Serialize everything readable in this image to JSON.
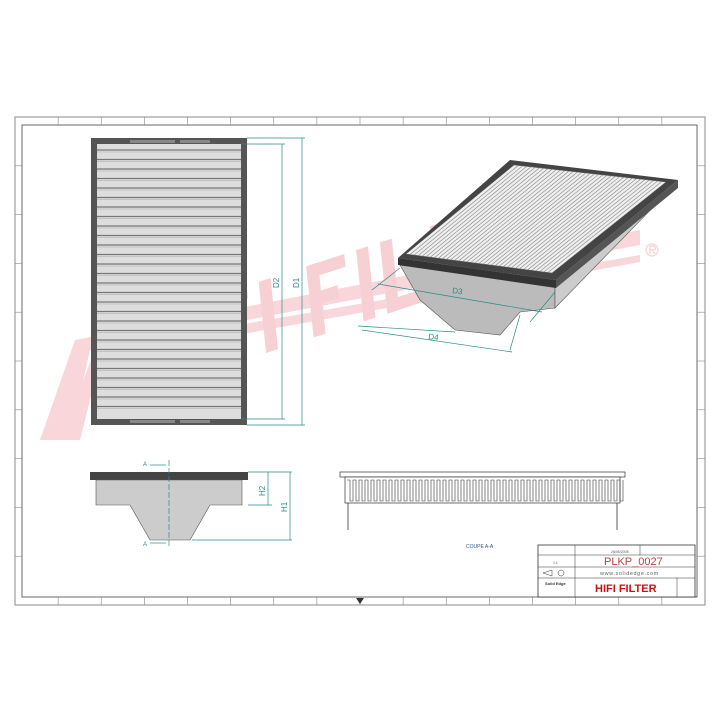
{
  "drawing": {
    "watermark": "HIFI FILTER",
    "watermark_mark": "®",
    "dimensions": {
      "d1": "D1",
      "d2": "D2",
      "d3": "D3",
      "d4": "D4",
      "h1": "H1",
      "h2": "H2"
    },
    "section_marker": "A",
    "section_label": "COUPE A-A"
  },
  "title_block": {
    "date": "26/05/2008",
    "scale": "1:1",
    "part_number": "PLKP_0027",
    "website": "www.solidedge.com",
    "software": "Solid Edge",
    "company": "HIFI FILTER"
  },
  "colors": {
    "dimension": "#2a8a8a",
    "brand_red": "#cc1111",
    "watermark": "#f6c8cc"
  }
}
